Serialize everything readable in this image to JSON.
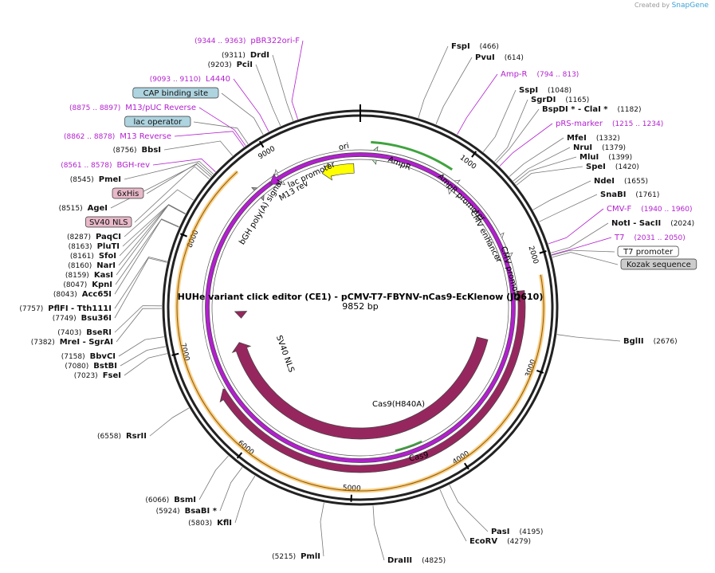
{
  "credit": {
    "prefix": "Created by",
    "brand": "SnapGene"
  },
  "plasmid": {
    "title": "HUHe variant click editor (CE1) - pCMV-T7-FBYNV-nCas9-EcKlenow (JD610)",
    "length_label": "9852 bp",
    "length": 9852
  },
  "ticks": [
    {
      "bp": 1000,
      "label": "1000"
    },
    {
      "bp": 2000,
      "label": "2000"
    },
    {
      "bp": 3000,
      "label": "3000"
    },
    {
      "bp": 4000,
      "label": "4000"
    },
    {
      "bp": 5000,
      "label": "5000"
    },
    {
      "bp": 6000,
      "label": "6000"
    },
    {
      "bp": 7000,
      "label": "7000"
    },
    {
      "bp": 8000,
      "label": "8000"
    },
    {
      "bp": 9000,
      "label": "9000"
    }
  ],
  "features": [
    {
      "name": "Cas9",
      "label": "Cas9",
      "start": 2300,
      "end": 6550,
      "strand": 1,
      "color": "#96275e",
      "ring": "outer"
    },
    {
      "name": "Cas9(H840A)",
      "label": "Cas9(H840A)",
      "start": 2850,
      "end": 6950,
      "strand": 1,
      "color": "#96275e",
      "ring": "inner"
    },
    {
      "name": "SV40 NLS",
      "label": "SV40 NLS",
      "start": 7250,
      "end": 7340,
      "strand": -1,
      "color": "#96275e",
      "ring": "inner"
    },
    {
      "name": "ori",
      "label": "ori",
      "start": 9420,
      "end": 9780,
      "strand": -1,
      "color": "#ffff00",
      "ring": "inner"
    },
    {
      "name": "AmpR",
      "label": "AmpR",
      "start": 80,
      "end": 950,
      "strand": -1,
      "color": "#ccffcc",
      "ring": "inner"
    },
    {
      "name": "AmpR promoter",
      "label": "AmpR promoter",
      "start": 950,
      "end": 1060,
      "strand": -1,
      "color": "#ffffff",
      "ring": "inner"
    },
    {
      "name": "CMV enhancer",
      "label": "CMV enhancer",
      "start": 1450,
      "end": 1800,
      "strand": 1,
      "color": "#ffffff",
      "ring": "inner"
    },
    {
      "name": "CMV promoter",
      "label": "CMV promoter",
      "start": 1800,
      "end": 2010,
      "strand": 1,
      "color": "#ffffff",
      "ring": "inner"
    },
    {
      "name": "bGH poly(A) signal",
      "label": "bGH poly(A) signal",
      "start": 8570,
      "end": 8790,
      "strand": 1,
      "color": "#999999",
      "ring": "inner"
    },
    {
      "name": "lac promoter",
      "label": "lac promoter",
      "start": 8900,
      "end": 8980,
      "strand": -1,
      "color": "#ffffff",
      "ring": "inner"
    },
    {
      "name": "M13 rev",
      "label": "M13 rev",
      "start": 8860,
      "end": 8880,
      "strand": -1,
      "color": "#b31fcf",
      "ring": "inner"
    }
  ],
  "arcs": [
    {
      "name": "orange-outer-track",
      "start": 2180,
      "end": 8700,
      "color": "#f5a623"
    },
    {
      "name": "green-cds-track",
      "start": 4250,
      "end": 4550,
      "color": "#3fa33f"
    },
    {
      "name": "green-amp-track",
      "start": 100,
      "end": 920,
      "color": "#3fa33f"
    }
  ],
  "labels_left": [
    {
      "name": "pbr322ori-f",
      "pos": "(9344 .. 9363)",
      "label": "pBR322ori-F",
      "kind": "primer",
      "bp": 9350
    },
    {
      "name": "drdi",
      "pos": "(9311)",
      "label": "DrdI",
      "kind": "enzyme",
      "bp": 9311
    },
    {
      "name": "pcii",
      "pos": "(9203)",
      "label": "PciI",
      "kind": "enzyme",
      "bp": 9203
    },
    {
      "name": "l4440",
      "pos": "(9093 .. 9110)",
      "label": "L4440",
      "kind": "primer",
      "bp": 9100
    },
    {
      "name": "cap-binding-site",
      "pos": "",
      "label": "CAP binding site",
      "kind": "box",
      "box_color": "#aed4e0",
      "bp": 9050
    },
    {
      "name": "m13-puc-reverse",
      "pos": "(8875 .. 8897)",
      "label": "M13/pUC Reverse",
      "kind": "primer",
      "bp": 8886
    },
    {
      "name": "lac-operator",
      "pos": "",
      "label": "lac operator",
      "kind": "box",
      "box_color": "#aed4e0",
      "bp": 8910
    },
    {
      "name": "m13-reverse",
      "pos": "(8862 .. 8878)",
      "label": "M13 Reverse",
      "kind": "primer",
      "bp": 8870
    },
    {
      "name": "bbsi",
      "pos": "(8756)",
      "label": "BbsI",
      "kind": "enzyme",
      "bp": 8756
    },
    {
      "name": "bgh-rev",
      "pos": "(8561 .. 8578)",
      "label": "BGH-rev",
      "kind": "primer",
      "bp": 8570
    },
    {
      "name": "pmei",
      "pos": "(8545)",
      "label": "PmeI",
      "kind": "enzyme",
      "bp": 8545
    },
    {
      "name": "6xhis",
      "pos": "",
      "label": "6xHis",
      "kind": "box",
      "box_color": "#e8b9c8",
      "bp": 8530
    },
    {
      "name": "agei",
      "pos": "(8515)",
      "label": "AgeI",
      "kind": "enzyme",
      "bp": 8515
    },
    {
      "name": "sv40-nls-box",
      "pos": "",
      "label": "SV40 NLS",
      "kind": "box",
      "box_color": "#e8b9c8",
      "bp": 8495
    },
    {
      "name": "paqci",
      "pos": "(8287)",
      "label": "PaqCI",
      "kind": "enzyme",
      "bp": 8287
    },
    {
      "name": "pluti",
      "pos": "(8163)",
      "label": "PluTI",
      "kind": "enzyme",
      "bp": 8163
    },
    {
      "name": "sfoi",
      "pos": "(8161)",
      "label": "SfoI",
      "kind": "enzyme",
      "bp": 8161
    },
    {
      "name": "nari",
      "pos": "(8160)",
      "label": "NarI",
      "kind": "enzyme",
      "bp": 8160
    },
    {
      "name": "kasi",
      "pos": "(8159)",
      "label": "KasI",
      "kind": "enzyme",
      "bp": 8159
    },
    {
      "name": "kpni",
      "pos": "(8047)",
      "label": "KpnI",
      "kind": "enzyme",
      "bp": 8047
    },
    {
      "name": "acc65i",
      "pos": "(8043)",
      "label": "Acc65I",
      "kind": "enzyme",
      "bp": 8043
    },
    {
      "name": "pflfi",
      "pos": "(7757)",
      "label": "PflFI  - Tth111I",
      "kind": "enzyme",
      "bp": 7757
    },
    {
      "name": "bsu36i",
      "pos": "(7749)",
      "label": "Bsu36I",
      "kind": "enzyme",
      "bp": 7749
    },
    {
      "name": "bseri",
      "pos": "(7403)",
      "label": "BseRI",
      "kind": "enzyme",
      "bp": 7403
    },
    {
      "name": "mrei",
      "pos": "(7382)",
      "label": "MreI  - SgrAI",
      "kind": "enzyme",
      "bp": 7382
    },
    {
      "name": "bbvci",
      "pos": "(7158)",
      "label": "BbvCI",
      "kind": "enzyme",
      "bp": 7158
    },
    {
      "name": "bstbi",
      "pos": "(7080)",
      "label": "BstBI",
      "kind": "enzyme",
      "bp": 7080
    },
    {
      "name": "fsei",
      "pos": "(7023)",
      "label": "FseI",
      "kind": "enzyme",
      "bp": 7023
    },
    {
      "name": "rsrii",
      "pos": "(6558)",
      "label": "RsrII",
      "kind": "enzyme",
      "bp": 6558
    },
    {
      "name": "bsmi",
      "pos": "(6066)",
      "label": "BsmI",
      "kind": "enzyme",
      "bp": 6066
    },
    {
      "name": "bsabi",
      "pos": "(5924)",
      "label": "BsaBI *",
      "kind": "enzyme",
      "bp": 5924
    },
    {
      "name": "kfli",
      "pos": "(5803)",
      "label": "KflI",
      "kind": "enzyme",
      "bp": 5803
    },
    {
      "name": "pmli",
      "pos": "(5215)",
      "label": "PmlI",
      "kind": "enzyme",
      "bp": 5215
    }
  ],
  "labels_right": [
    {
      "name": "fspi",
      "pos": "(466)",
      "label": "FspI",
      "kind": "enzyme",
      "bp": 466
    },
    {
      "name": "pvui",
      "pos": "(614)",
      "label": "PvuI",
      "kind": "enzyme",
      "bp": 614
    },
    {
      "name": "amp-r",
      "pos": "(794 .. 813)",
      "label": "Amp-R",
      "kind": "primer",
      "bp": 800
    },
    {
      "name": "sspi",
      "pos": "(1048)",
      "label": "SspI",
      "kind": "enzyme",
      "bp": 1048
    },
    {
      "name": "sgrdi",
      "pos": "(1165)",
      "label": "SgrDI",
      "kind": "enzyme",
      "bp": 1165
    },
    {
      "name": "bspdi",
      "pos": "(1182)",
      "label": "BspDI *  - ClaI *",
      "kind": "enzyme",
      "bp": 1182
    },
    {
      "name": "prs-marker",
      "pos": "(1215 .. 1234)",
      "label": "pRS-marker",
      "kind": "primer",
      "bp": 1220
    },
    {
      "name": "mfei",
      "pos": "(1332)",
      "label": "MfeI",
      "kind": "enzyme",
      "bp": 1332
    },
    {
      "name": "nrui",
      "pos": "(1379)",
      "label": "NruI",
      "kind": "enzyme",
      "bp": 1379
    },
    {
      "name": "mlui",
      "pos": "(1399)",
      "label": "MluI",
      "kind": "enzyme",
      "bp": 1399
    },
    {
      "name": "spei",
      "pos": "(1420)",
      "label": "SpeI",
      "kind": "enzyme",
      "bp": 1420
    },
    {
      "name": "ndei",
      "pos": "(1655)",
      "label": "NdeI",
      "kind": "enzyme",
      "bp": 1655
    },
    {
      "name": "snabi",
      "pos": "(1761)",
      "label": "SnaBI",
      "kind": "enzyme",
      "bp": 1761
    },
    {
      "name": "cmv-f",
      "pos": "(1940 .. 1960)",
      "label": "CMV-F",
      "kind": "primer",
      "bp": 1950
    },
    {
      "name": "noti",
      "pos": "(2024)",
      "label": "NotI  - SacII",
      "kind": "enzyme",
      "bp": 2024
    },
    {
      "name": "t7",
      "pos": "(2031 .. 2050)",
      "label": "T7",
      "kind": "primer",
      "bp": 2040
    },
    {
      "name": "t7-promoter",
      "pos": "",
      "label": "T7 promoter",
      "kind": "box",
      "box_color": "#ffffff",
      "bp": 2045
    },
    {
      "name": "kozak",
      "pos": "",
      "label": "Kozak sequence",
      "kind": "box",
      "box_color": "#cccccc",
      "bp": 2060
    },
    {
      "name": "bglii",
      "pos": "(2676)",
      "label": "BglII",
      "kind": "enzyme",
      "bp": 2676
    },
    {
      "name": "pasi",
      "pos": "(4195)",
      "label": "PasI",
      "kind": "enzyme",
      "bp": 4195
    },
    {
      "name": "ecorv",
      "pos": "(4279)",
      "label": "EcoRV",
      "kind": "enzyme",
      "bp": 4279
    },
    {
      "name": "draiii",
      "pos": "(4825)",
      "label": "DraIII",
      "kind": "enzyme",
      "bp": 4825
    }
  ]
}
